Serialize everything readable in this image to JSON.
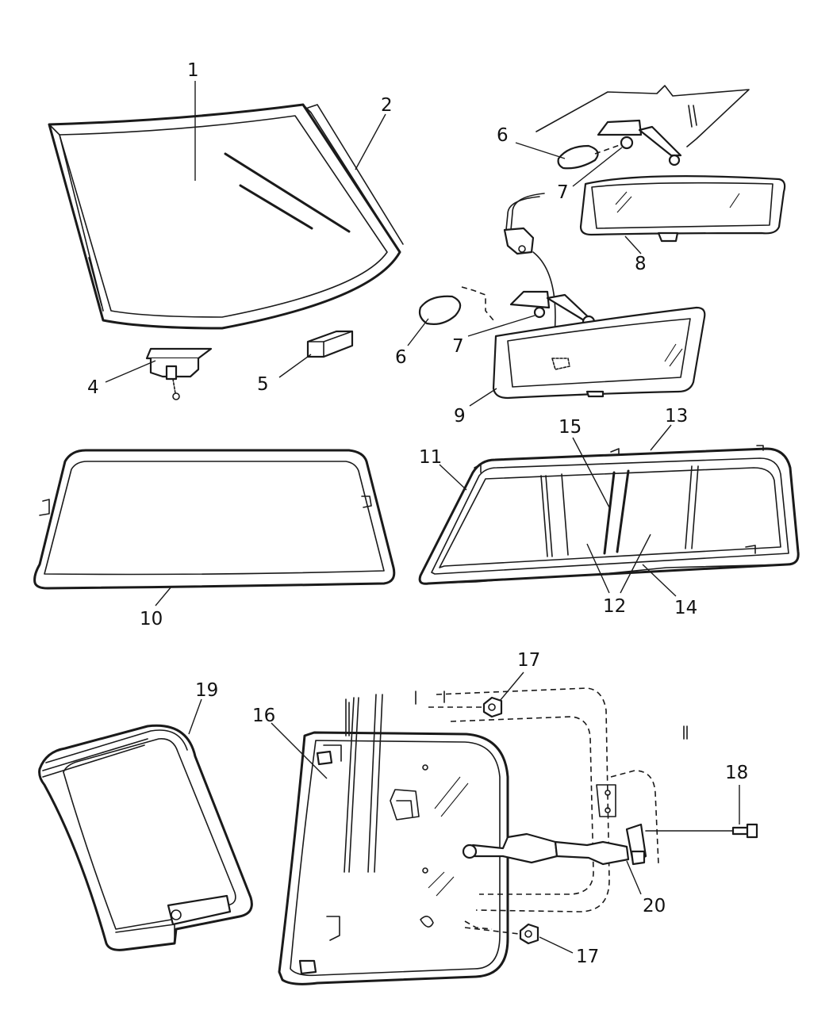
{
  "callouts": [
    {
      "id": "c1",
      "text": "1"
    },
    {
      "id": "c2",
      "text": "2"
    },
    {
      "id": "c4",
      "text": "4"
    },
    {
      "id": "c5",
      "text": "5"
    },
    {
      "id": "c6a",
      "text": "6"
    },
    {
      "id": "c7a",
      "text": "7"
    },
    {
      "id": "c8",
      "text": "8"
    },
    {
      "id": "c6b",
      "text": "6"
    },
    {
      "id": "c7b",
      "text": "7"
    },
    {
      "id": "c9",
      "text": "9"
    },
    {
      "id": "c10",
      "text": "10"
    },
    {
      "id": "c11",
      "text": "11"
    },
    {
      "id": "c15",
      "text": "15"
    },
    {
      "id": "c13",
      "text": "13"
    },
    {
      "id": "c12",
      "text": "12"
    },
    {
      "id": "c14",
      "text": "14"
    },
    {
      "id": "c17a",
      "text": "17"
    },
    {
      "id": "c19",
      "text": "19"
    },
    {
      "id": "c16",
      "text": "16"
    },
    {
      "id": "c18",
      "text": "18"
    },
    {
      "id": "c20",
      "text": "20"
    },
    {
      "id": "c17b",
      "text": "17"
    }
  ]
}
